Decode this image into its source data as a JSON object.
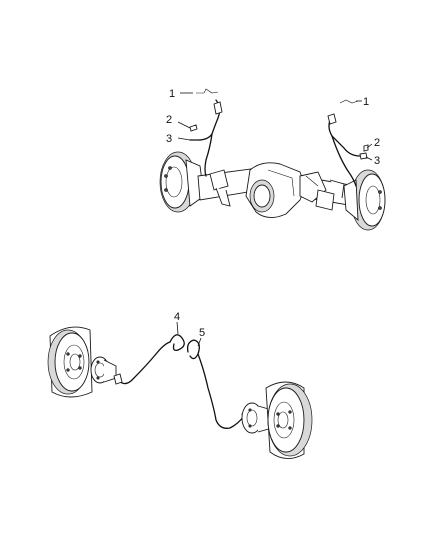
{
  "callouts": {
    "c1_left": "1",
    "c2_left": "2",
    "c3_left": "3",
    "c1_right": "1",
    "c2_right": "2",
    "c3_right": "3",
    "c4": "4",
    "c5": "5"
  }
}
